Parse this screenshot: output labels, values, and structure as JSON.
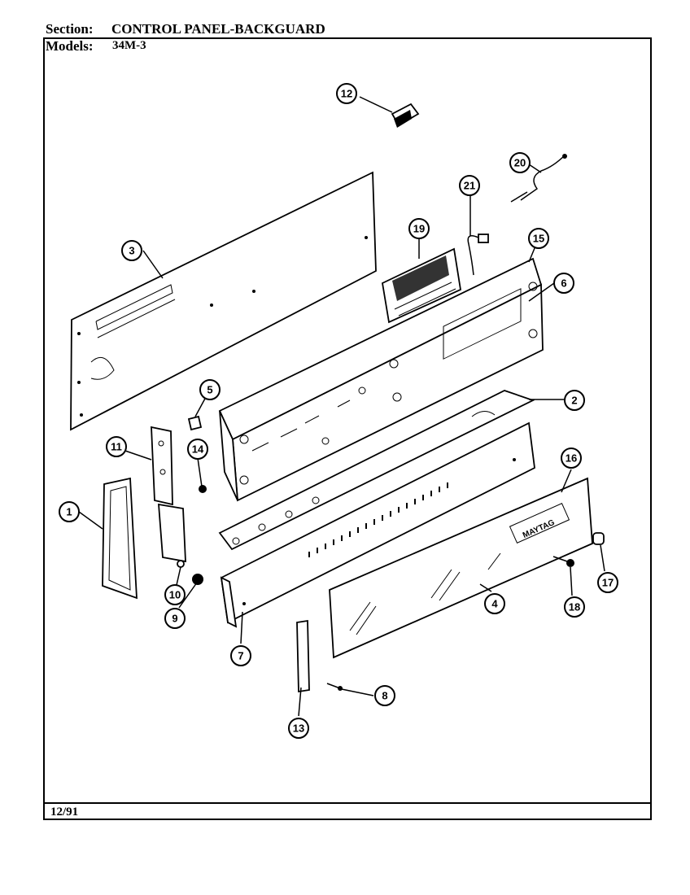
{
  "header": {
    "section_label": "Section:",
    "section_value": "CONTROL PANEL-BACKGUARD",
    "models_label": "Models:",
    "models_value": "34M-3"
  },
  "footer": {
    "date": "12/91"
  },
  "callouts": [
    "1",
    "2",
    "3",
    "4",
    "5",
    "6",
    "7",
    "8",
    "9",
    "10",
    "11",
    "12",
    "13",
    "14",
    "15",
    "16",
    "17",
    "18",
    "19",
    "20",
    "21"
  ],
  "nameplate_text": "MAYTAG"
}
